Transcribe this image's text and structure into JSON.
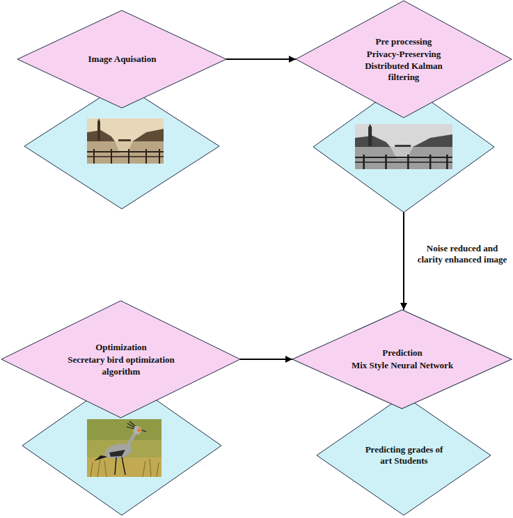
{
  "diagram": {
    "nodes": [
      {
        "text": [
          "Image Aquisation"
        ]
      },
      {
        "text": [
          "Pre processing",
          "Privacy-Preserving Distributed Kalman filtering"
        ]
      },
      {
        "text": [
          "Optimization",
          "Secretary bird optimization algorithm"
        ]
      },
      {
        "text": [
          "Prediction",
          "Mix Style Neural Network"
        ]
      },
      {
        "text": [
          "Predicting grades of art Students"
        ]
      }
    ],
    "edges": [
      {
        "from": 0,
        "to": 1,
        "arrow": "to"
      },
      {
        "from": 1,
        "to": 3,
        "arrow": "to",
        "label": "Noise reduced and clarity enhanced image"
      },
      {
        "from": 2,
        "to": 3,
        "arrow": "to"
      }
    ]
  }
}
